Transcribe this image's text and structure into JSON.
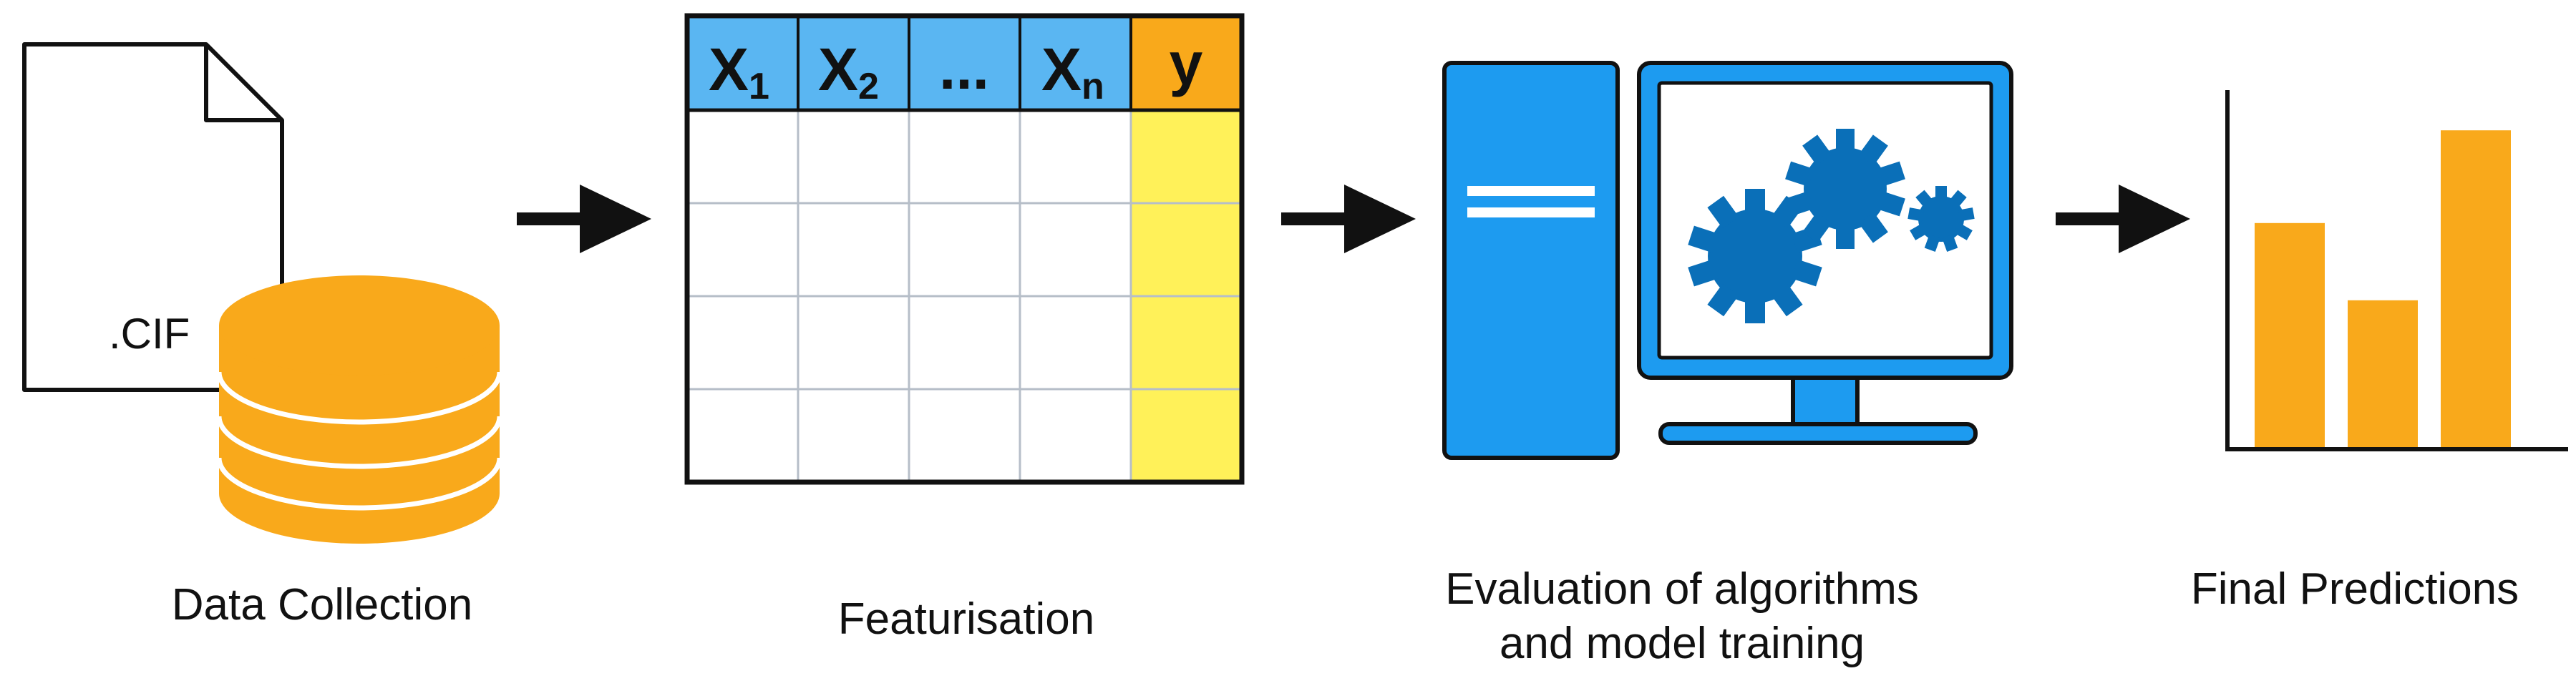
{
  "steps": {
    "data_collection": {
      "label": "Data Collection",
      "file_ext": ".CIF"
    },
    "featurisation": {
      "label": "Featurisation",
      "headers": {
        "x1": {
          "base": "X",
          "sub": "1"
        },
        "x2": {
          "base": "X",
          "sub": "2"
        },
        "dots": "...",
        "xn": {
          "base": "X",
          "sub": "n"
        },
        "target": "y"
      }
    },
    "evaluation": {
      "label_line1": "Evaluation of algorithms",
      "label_line2": "and model training"
    },
    "final": {
      "label": "Final Predictions",
      "bar_values": [
        0.58,
        0.38,
        0.82
      ]
    }
  },
  "colors": {
    "orange": "#f9a91b",
    "blue": "#1d9bf0",
    "dark_blue": "#0a6fb8",
    "header_blue": "#5ab6f2",
    "yellow": "#fff159",
    "grid_line": "#b6bec8",
    "black": "#111111"
  }
}
